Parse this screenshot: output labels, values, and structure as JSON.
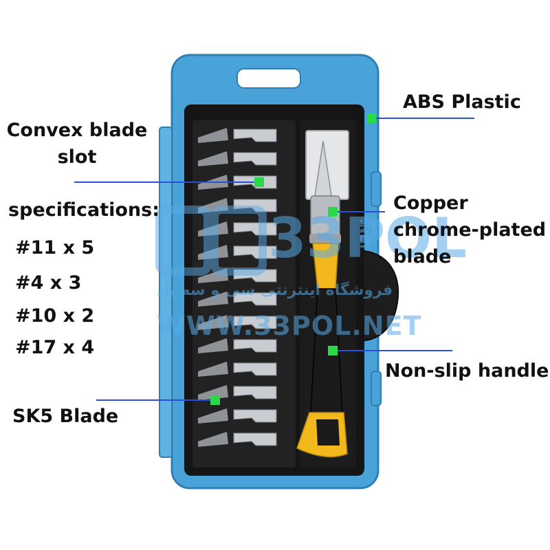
{
  "labels": {
    "abs_plastic": "ABS Plastic",
    "convex_blade_slot_line1": "Convex blade",
    "convex_blade_slot_line2": "slot",
    "specifications": "specifications:",
    "spec_items": [
      "#11 x 5",
      "#4 x 3",
      "#10 x 2",
      "#17 x 4"
    ],
    "copper_line1": "Copper",
    "copper_line2": "chrome-plated",
    "copper_line3": "blade",
    "non_slip_handle": "Non-slip handle",
    "sk5_blade": "SK5 Blade"
  },
  "watermark": {
    "logo_text": "33POL",
    "net_text": ".NET",
    "persian_text": "فروشگاه اینترنتی سی و سه پل",
    "url_text": "WWW.33POL.NET"
  },
  "colors": {
    "case_blue": "#4aa3d8",
    "case_blue_dark": "#2f7fb3",
    "tray_black": "#151515",
    "blade_silver": "#c9ccd0",
    "handle_yellow": "#f2b81c",
    "handle_black": "#1a1a1a",
    "callout_line": "#2d4fd8",
    "marker_green": "#28d94a",
    "watermark_blue": "#5aaae6"
  }
}
